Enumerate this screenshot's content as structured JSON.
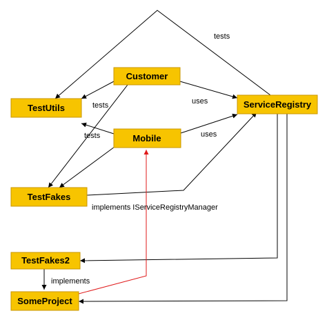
{
  "nodes": {
    "customer": "Customer",
    "testutils": "TestUtils",
    "serviceregistry": "ServiceRegistry",
    "mobile": "Mobile",
    "testfakes": "TestFakes",
    "testfakes2": "TestFakes2",
    "someproject": "SomeProject"
  },
  "edge_labels": {
    "tests_top": "tests",
    "tests_customer": "tests",
    "tests_mobile": "tests",
    "uses_customer": "uses",
    "uses_mobile": "uses",
    "implements_red": "implements IServiceRegistryManager",
    "implements_black": "implements"
  },
  "colors": {
    "node_fill": "#f7c400",
    "edge": "#000000",
    "implements_edge": "#e0191a"
  }
}
